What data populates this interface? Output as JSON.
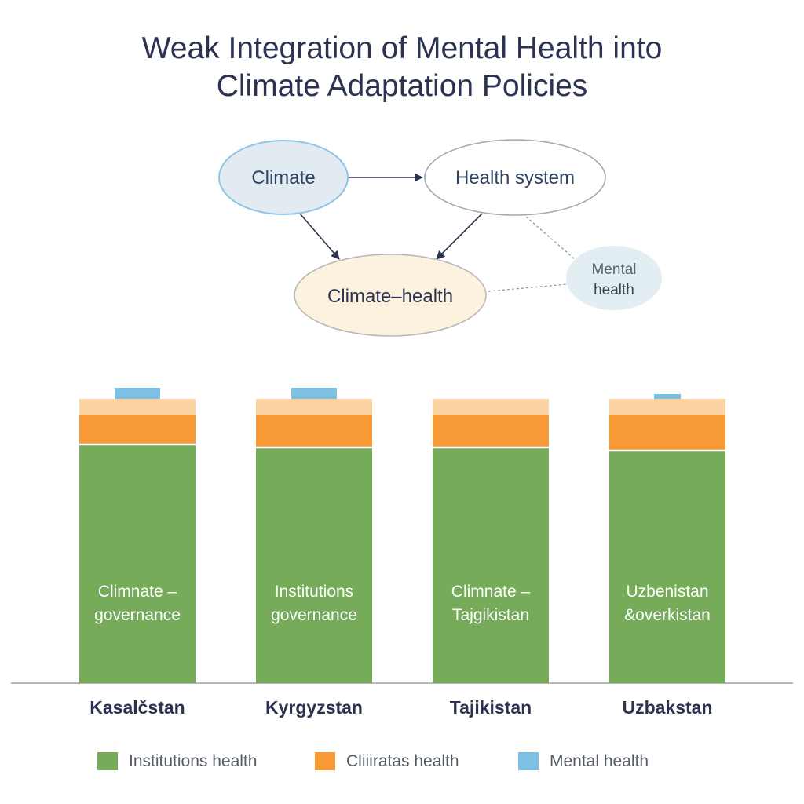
{
  "title": {
    "line1": "Weak Integration of Mental Health into",
    "line2": "Climate Adaptation Policies"
  },
  "diagram": {
    "nodes": {
      "climate": "Climate",
      "health_system": "Health system",
      "climate_health": "Climate–health",
      "mental_health_line1": "Mental",
      "mental_health_line2": "health"
    }
  },
  "colors": {
    "title": "#2b3350",
    "institutions": "#76ab59",
    "climate": "#f79a36",
    "climate_light": "#fcd3a2",
    "mental": "#7ec0e3",
    "axis": "#9aa0aa"
  },
  "chart_data": {
    "type": "bar",
    "stacked": true,
    "categories": [
      "Kasalčstan",
      "Kyrgyzstan",
      "Tajikistan",
      "Uzbakstan"
    ],
    "series": [
      {
        "name": "Institutions health",
        "values": [
          76,
          75,
          75,
          74
        ]
      },
      {
        "name": "Cliiiratas health",
        "values": [
          9.5,
          10.5,
          10.5,
          11.5
        ]
      },
      {
        "name": "",
        "values": [
          5,
          5,
          5,
          5
        ]
      },
      {
        "name": "Mental health",
        "values": [
          3.5,
          3.5,
          0,
          1.5
        ]
      }
    ],
    "bar_labels": [
      [
        "Climnate –",
        "governance"
      ],
      [
        "Institutions",
        "governance"
      ],
      [
        "Climnate –",
        "Tajgikistan"
      ],
      [
        "Uzbenistan",
        "&overkistan"
      ]
    ],
    "ylim": [
      0,
      100
    ],
    "grid": false,
    "legend_position": "bottom"
  }
}
